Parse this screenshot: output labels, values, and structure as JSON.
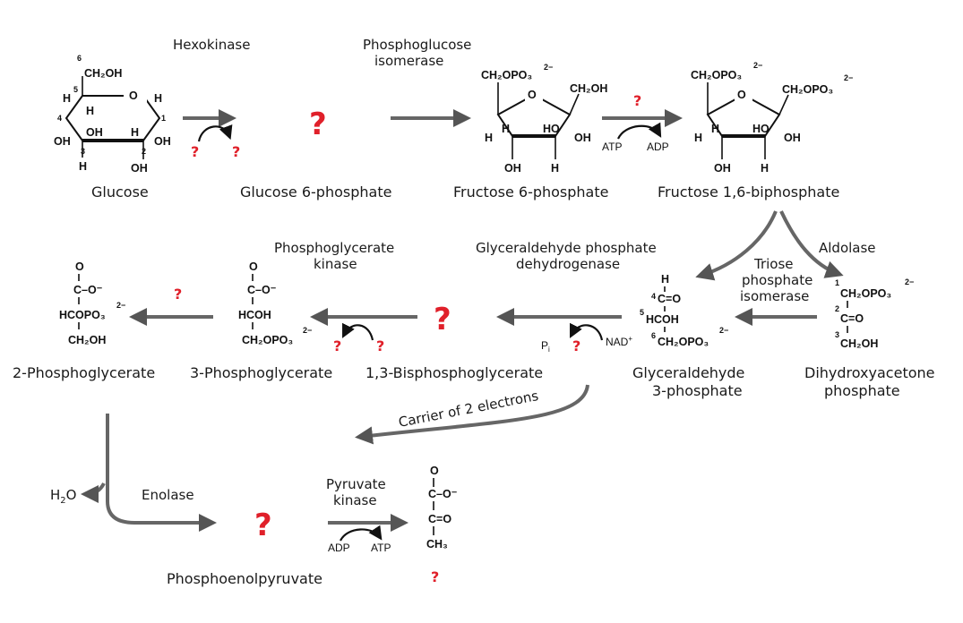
{
  "colors": {
    "question": "#e0202a",
    "arrow": "#666666",
    "ink": "#111111"
  },
  "unknown_marker": "?",
  "compounds": {
    "glucose": "Glucose",
    "g6p": "Glucose 6-phosphate",
    "f6p": "Fructose 6-phosphate",
    "f16bp": "Fructose 1,6-biphosphate",
    "g3p_line1": "Glyceraldehyde",
    "g3p_line2": "3-phosphate",
    "dhap_line1": "Dihydroxyacetone",
    "dhap_line2": "phosphate",
    "bpg": "1,3-Bisphosphoglycerate",
    "pg3": "3-Phosphoglycerate",
    "pg2": "2-Phosphoglycerate",
    "pep": "Phosphoenolpyruvate"
  },
  "enzymes": {
    "hexokinase": "Hexokinase",
    "pgi_line1": "Phosphoglucose",
    "pgi_line2": "isomerase",
    "aldolase": "Aldolase",
    "tpi_line1": "Triose",
    "tpi_line2": "phosphate",
    "tpi_line3": "isomerase",
    "gapdh_line1": "Glyceraldehyde phosphate",
    "gapdh_line2": "dehydrogenase",
    "pgk_line1": "Phosphoglycerate",
    "pgk_line2": "kinase",
    "enolase": "Enolase",
    "pk_line1": "Pyruvate",
    "pk_line2": "kinase"
  },
  "cofactors": {
    "atp": "ATP",
    "adp": "ADP",
    "pi": "P",
    "pi_sub": "i",
    "nad": "NAD",
    "nad_sup": "+",
    "h2o_h": "H",
    "h2o_2": "2",
    "h2o_o": "O",
    "carrier": "Carrier of 2 electrons"
  },
  "chem": {
    "ch2oh": "CH₂OH",
    "ch2opo3": "CH₂OPO₃",
    "charge": "2−",
    "h": "H",
    "oh": "OH",
    "ho": "HO",
    "o": "O",
    "c_o_minus": "C–O⁻",
    "hcoh": "HCOH",
    "hcopo3": "HCOPO₃",
    "c_eq_o": "C=O",
    "ch3": "CH₃",
    "c": "C"
  }
}
